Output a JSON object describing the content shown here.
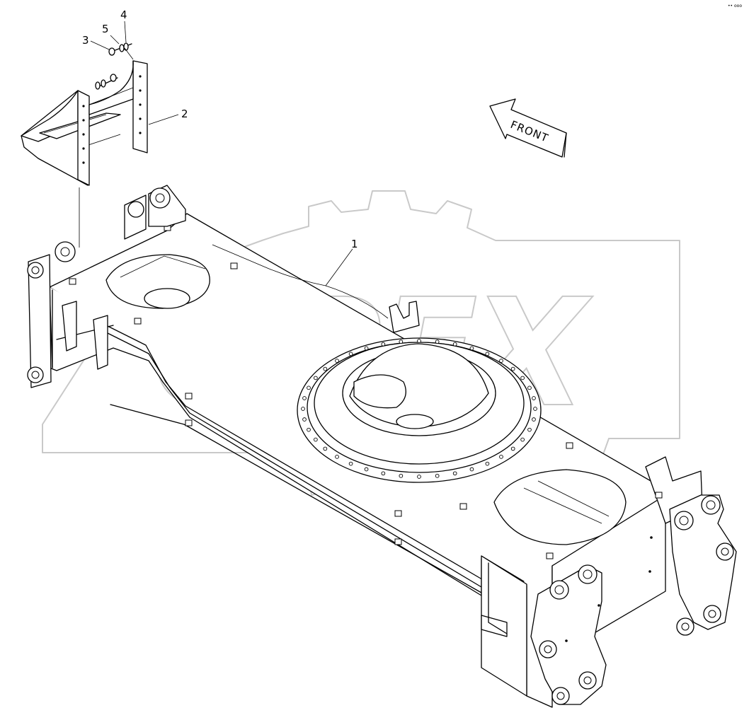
{
  "diagram": {
    "watermark": "OPEX",
    "direction_label": "FRONT",
    "corner_mark": "•• ooo",
    "callouts": [
      {
        "id": "1",
        "label": "1"
      },
      {
        "id": "2",
        "label": "2"
      },
      {
        "id": "3",
        "label": "3"
      },
      {
        "id": "4",
        "label": "4"
      },
      {
        "id": "5",
        "label": "5"
      }
    ]
  },
  "colors": {
    "line": "#000000",
    "watermark": "#c9c9c9",
    "background": "#ffffff"
  }
}
